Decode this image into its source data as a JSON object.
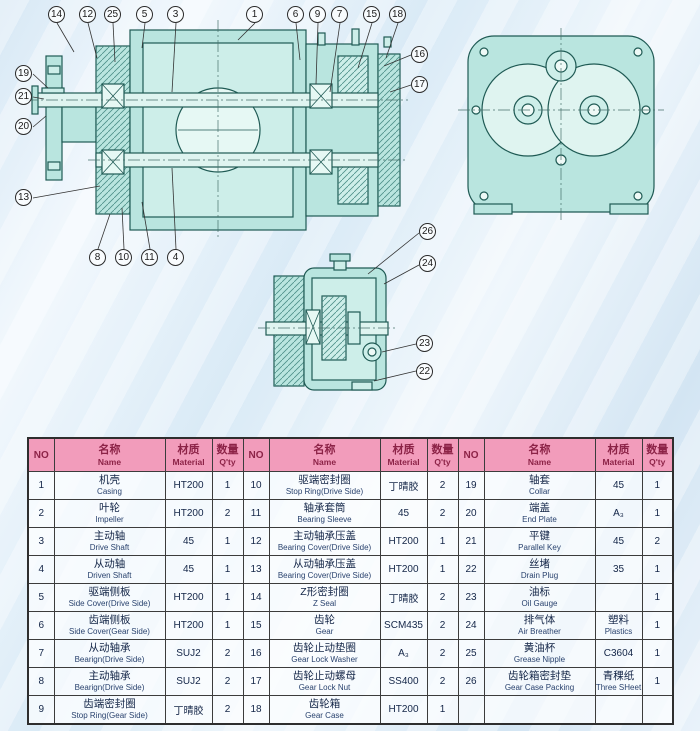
{
  "drawing": {
    "callouts": [
      "14",
      "12",
      "25",
      "5",
      "3",
      "1",
      "6",
      "9",
      "7",
      "15",
      "18",
      "19",
      "21",
      "20",
      "13",
      "8",
      "10",
      "11",
      "4",
      "16",
      "17",
      "26",
      "24",
      "23",
      "22"
    ]
  },
  "table": {
    "header": {
      "no": "NO",
      "name_cn": "名称",
      "name_en": "Name",
      "material_cn": "材质",
      "material_en": "Material",
      "qty_cn": "数量",
      "qty_en": "Q'ty"
    },
    "sections": [
      {
        "rows": [
          {
            "no": "1",
            "name_cn": "机壳",
            "name_en": "Casing",
            "material": "HT200",
            "qty": "1"
          },
          {
            "no": "2",
            "name_cn": "叶轮",
            "name_en": "Impeller",
            "material": "HT200",
            "qty": "2"
          },
          {
            "no": "3",
            "name_cn": "主动轴",
            "name_en": "Drive Shaft",
            "material": "45",
            "qty": "1"
          },
          {
            "no": "4",
            "name_cn": "从动轴",
            "name_en": "Driven Shaft",
            "material": "45",
            "qty": "1"
          },
          {
            "no": "5",
            "name_cn": "驱端侧板",
            "name_en": "Side Cover(Drive Side)",
            "material": "HT200",
            "qty": "1"
          },
          {
            "no": "6",
            "name_cn": "齿端侧板",
            "name_en": "Side Cover(Gear Side)",
            "material": "HT200",
            "qty": "1"
          },
          {
            "no": "7",
            "name_cn": "从动轴承",
            "name_en": "Bearign(Drive Side)",
            "material": "SUJ2",
            "qty": "2"
          },
          {
            "no": "8",
            "name_cn": "主动轴承",
            "name_en": "Bearign(Drive Side)",
            "material": "SUJ2",
            "qty": "2"
          },
          {
            "no": "9",
            "name_cn": "齿端密封圈",
            "name_en": "Stop Ring(Gear Side)",
            "material": "丁晴胶",
            "qty": "2"
          }
        ]
      },
      {
        "rows": [
          {
            "no": "10",
            "name_cn": "驱端密封圈",
            "name_en": "Stop Ring(Drive Side)",
            "material": "丁晴胶",
            "qty": "2"
          },
          {
            "no": "11",
            "name_cn": "轴承套筒",
            "name_en": "Bearing Sleeve",
            "material": "45",
            "qty": "2"
          },
          {
            "no": "12",
            "name_cn": "主动轴承压盖",
            "name_en": "Bearing Cover(Drive Side)",
            "material": "HT200",
            "qty": "1"
          },
          {
            "no": "13",
            "name_cn": "从动轴承压盖",
            "name_en": "Bearing Cover(Drive Side)",
            "material": "HT200",
            "qty": "1"
          },
          {
            "no": "14",
            "name_cn": "Z形密封圈",
            "name_en": "Z Seal",
            "material": "丁晴胶",
            "qty": "2"
          },
          {
            "no": "15",
            "name_cn": "齿轮",
            "name_en": "Gear",
            "material": "SCM435",
            "qty": "2"
          },
          {
            "no": "16",
            "name_cn": "齿轮止动垫圈",
            "name_en": "Gear Lock Washer",
            "material": "A₃",
            "qty": "2"
          },
          {
            "no": "17",
            "name_cn": "齿轮止动螺母",
            "name_en": "Gear Lock Nut",
            "material": "SS400",
            "qty": "2"
          },
          {
            "no": "18",
            "name_cn": "齿轮箱",
            "name_en": "Gear Case",
            "material": "HT200",
            "qty": "1"
          }
        ]
      },
      {
        "rows": [
          {
            "no": "19",
            "name_cn": "轴套",
            "name_en": "Collar",
            "material": "45",
            "qty": "1"
          },
          {
            "no": "20",
            "name_cn": "端盖",
            "name_en": "End Plate",
            "material": "A₃",
            "qty": "1"
          },
          {
            "no": "21",
            "name_cn": "平键",
            "name_en": "Parallel Key",
            "material": "45",
            "qty": "2"
          },
          {
            "no": "22",
            "name_cn": "丝堵",
            "name_en": "Drain Plug",
            "material": "35",
            "qty": "1"
          },
          {
            "no": "23",
            "name_cn": "油标",
            "name_en": "Oil Gauge",
            "material": "",
            "qty": "1"
          },
          {
            "no": "24",
            "name_cn": "排气体",
            "name_en": "Air Breather",
            "material": "塑料",
            "material2": "Plastics",
            "qty": "1"
          },
          {
            "no": "25",
            "name_cn": "黄油杯",
            "name_en": "Grease Nipple",
            "material": "C3604",
            "qty": "1"
          },
          {
            "no": "26",
            "name_cn": "齿轮箱密封垫",
            "name_en": "Gear Case Packing",
            "material": "青稞纸",
            "material2": "Three SHeet",
            "qty": "1"
          },
          {
            "no": "",
            "name_cn": "",
            "name_en": "",
            "material": "",
            "qty": ""
          }
        ]
      }
    ]
  }
}
